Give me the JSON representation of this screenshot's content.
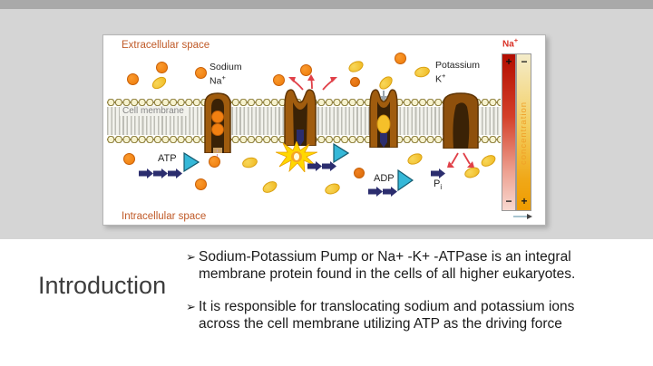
{
  "slide": {
    "title": "Introduction",
    "bullet_marker": "➢",
    "bullets": [
      "Sodium-Potassium Pump or Na+ -K+ -ATPase is an integral membrane protein found in the cells of all higher eukaryotes.",
      "It is responsible for translocating sodium and potassium ions across the cell membrane utilizing ATP as the driving force"
    ]
  },
  "diagram": {
    "extracellular_label": "Extracellular space",
    "intracellular_label": "Intracellular space",
    "cell_membrane_label": "Cell membrane",
    "sodium_name": "Sodium",
    "sodium_symbol": "Na",
    "potassium_name": "Potassium",
    "potassium_symbol": "K",
    "plus": "+",
    "minus": "−",
    "atp_label": "ATP",
    "adp_label": "ADP",
    "pi_base": "P",
    "pi_sub": "i",
    "gradient": {
      "ion_label": "Na",
      "axis_label": "concentration",
      "red_top_sign": "+",
      "red_bottom_sign": "−",
      "yellow_top_sign": "−",
      "yellow_bottom_sign": "+"
    },
    "colors": {
      "sodium_ion": "#EE7A08",
      "potassium_ion": "#F0B81E",
      "pump_body": "#A05C0E",
      "pump_channel": "#3A2206",
      "phosphate_arrow": "#2B2D6E",
      "atp_triangle": "#35B8D8",
      "space_label_orange": "#C05A28",
      "na_gradient_red": "#B30D00",
      "k_gradient_orange": "#EF9C00"
    }
  }
}
